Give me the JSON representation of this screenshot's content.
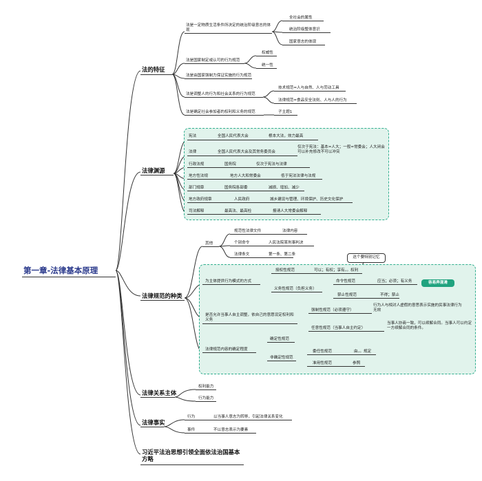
{
  "root": "第一章-法律基本原理",
  "features": {
    "title": "法的特征",
    "will": "法是一定物质生活条件所决定的统治阶级意志的体现",
    "will_children": [
      "全社会的属性",
      "统治阶级整体意识",
      "国家意志的体现"
    ],
    "made": "法是国家制定或认可的行为规范",
    "made_children": [
      "权威性",
      "统一性"
    ],
    "force": "法是由国家强制力保证实施的行为规范",
    "social": "法是调整人的行为和社会关系的行为规范",
    "social_children": [
      "技术规范=人与自然、人与劳动工具",
      "法律规范=食品安全法则、人与人的行为"
    ],
    "rights": "法是确定社会参加者的权利和义务的规范",
    "rights_children": [
      "子主题1"
    ]
  },
  "sources": {
    "title": "法律渊源",
    "rows": [
      [
        "宪法",
        "全国人民代表大会",
        "根本大法，效力最高"
      ],
      [
        "法律",
        "全国人民代表大会及其常务委员会",
        "仅次于宪法：基本=人大；一般=常委会；人大闭会可以补充修改不可以冲突"
      ],
      [
        "行政法规",
        "国务院",
        "仅次于宪法与法律"
      ],
      [
        "地方性法规",
        "地方人大和常委会",
        "低于宪法法律与法规"
      ],
      [
        "部门规章",
        "国务院各部委",
        "减损、增加、减少"
      ],
      [
        "地方政府规章",
        "人民政府",
        "城乡建设与管理、环境保护、历史文化保护"
      ],
      [
        "司法解释",
        "最高法、最高检",
        "报请人大常委会解释"
      ]
    ]
  },
  "types": {
    "title": "法律规范的种类",
    "other": {
      "label": "其他",
      "rows": [
        [
          "规范性法律文件",
          "法律内容"
        ],
        [
          "个别命令",
          "人民法院某刑事判决"
        ],
        [
          "法律条文",
          "第一条、第二条"
        ]
      ]
    },
    "callout": "这个要特别记忆",
    "badge": "容易弄混淆",
    "mode": {
      "label": "为主体提供行为模式的方式",
      "authorize": "授权性规范",
      "authorize_note": "可以；有权；享有。。权利",
      "duty": "义务性规范（负担义务）",
      "command": "命令性规范",
      "command_note": "应当；必须；有义务",
      "prohibit": "禁止性规范",
      "prohibit_note": "不得；禁止"
    },
    "adjust": {
      "label": "是否允许当事人自主调整，依自己的意愿设定权利和义务",
      "mandatory": "强制性规范（必须遵守）",
      "mandatory_note": "行为人与相对人虚假的意思表示实施的民事法律行为无效",
      "optional": "任意性规范（当事人自主约定）",
      "optional_note": "当事人协商一致，可以续解合同。当事人可以约定一方续解合同的条件。"
    },
    "certain": {
      "label": "法律规范内容的确定程度",
      "fixed": "确定性规范",
      "unfixed": "非确定性规范",
      "delegate": "委任性规范",
      "delegate_note": "由。。规定",
      "refer": "准用性规范",
      "refer_note": "参照"
    }
  },
  "relation": {
    "title": "法律关系主体",
    "children": [
      "权利能力",
      "行为能力"
    ]
  },
  "fact": {
    "title": "法律事实",
    "rows": [
      [
        "行为",
        "以当事人意志为转移，引起法律关系变化"
      ],
      [
        "事件",
        "不以意志表示为要素"
      ]
    ]
  },
  "xi": {
    "title": "习近平法治思想引领全面依法治国基本方略"
  }
}
